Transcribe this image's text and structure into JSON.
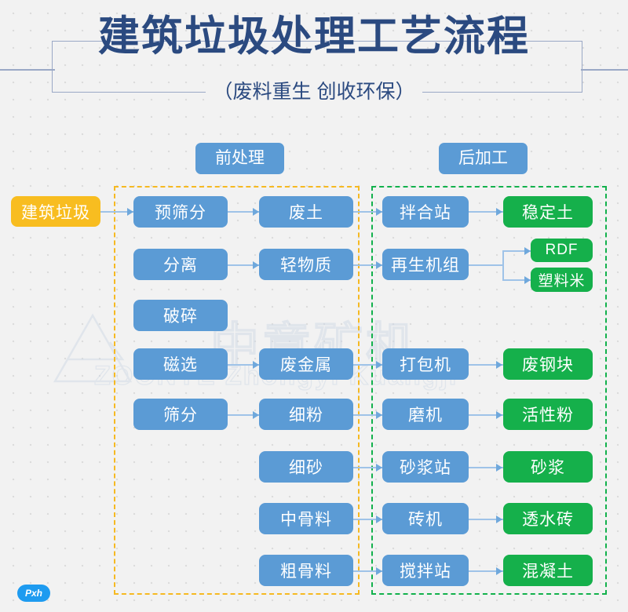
{
  "header": {
    "title": "建筑垃圾处理工艺流程",
    "subtitle": "（废料重生  创收环保）"
  },
  "sections": [
    {
      "id": "pre",
      "label": "前处理",
      "color": "#f6b921"
    },
    {
      "id": "post",
      "label": "后加工",
      "color": "#12b14c"
    }
  ],
  "colors": {
    "blue": "#5b9bd5",
    "green": "#15b04b",
    "orange": "#f8bd20",
    "title": "#2b4a80",
    "frame": "#9aa8c6",
    "edge": "#9fc3e8",
    "background": "#f2f2f2"
  },
  "input": {
    "label": "建筑垃圾"
  },
  "nodes": {
    "col1": [
      {
        "label": "预筛分"
      },
      {
        "label": "分离"
      },
      {
        "label": "破碎"
      },
      {
        "label": "磁选"
      },
      {
        "label": "筛分"
      }
    ],
    "col2": [
      {
        "label": "废土"
      },
      {
        "label": "轻物质"
      },
      {
        "label": "废金属"
      },
      {
        "label": "细粉"
      },
      {
        "label": "细砂"
      },
      {
        "label": "中骨料"
      },
      {
        "label": "粗骨料"
      }
    ],
    "col3": [
      {
        "label": "拌合站"
      },
      {
        "label": "再生机组"
      },
      {
        "label": "打包机"
      },
      {
        "label": "磨机"
      },
      {
        "label": "砂浆站"
      },
      {
        "label": "砖机"
      },
      {
        "label": "搅拌站"
      }
    ],
    "col4": [
      {
        "label": "稳定土"
      },
      {
        "label": "RDF"
      },
      {
        "label": "塑料米"
      },
      {
        "label": "废钢块"
      },
      {
        "label": "活性粉"
      },
      {
        "label": "砂浆"
      },
      {
        "label": "透水砖"
      },
      {
        "label": "混凝土"
      }
    ]
  },
  "watermark": {
    "cn": "中意矿机",
    "en": "ZOONYE  Zhongyi Kuangji"
  },
  "logo": {
    "label": "Pxh"
  }
}
